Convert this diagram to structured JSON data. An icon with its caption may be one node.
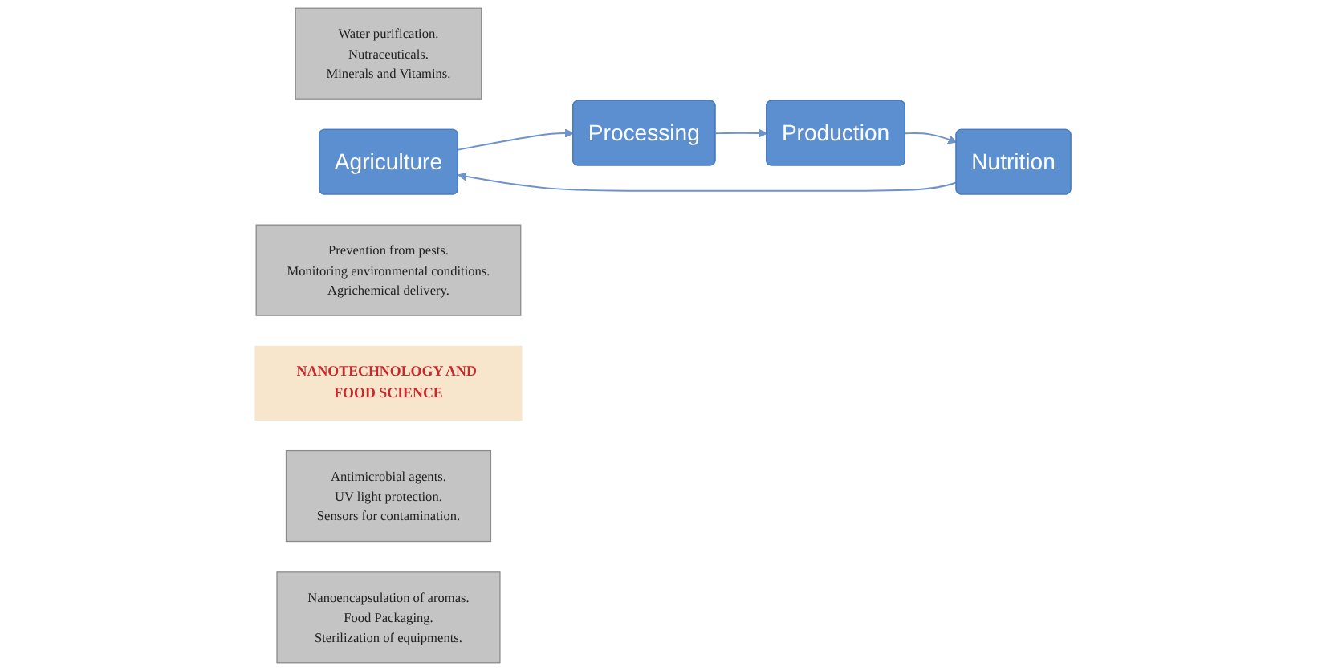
{
  "diagram": {
    "nodes": [
      {
        "text": [
          "Water purification.",
          "Nutraceuticals.",
          "Minerals and Vitamins."
        ]
      },
      {
        "text": [
          "Agriculture"
        ]
      },
      {
        "text": [
          "Prevention from pests.",
          "Monitoring environmental conditions.",
          "Agrichemical delivery."
        ]
      },
      {
        "text": [
          "Nutrition"
        ]
      },
      {
        "text": [
          "NANOTECHNOLOGY AND FOOD SCIENCE"
        ]
      },
      {
        "text": [
          "Processing"
        ]
      },
      {
        "text": [
          "Antimicrobial agents.",
          "UV light protection.",
          "Sensors for contamination."
        ]
      },
      {
        "text": [
          "Production"
        ]
      },
      {
        "text": [
          "Nanoencapsulation of aromas.",
          "Food Packaging.",
          "Sterilization of equipments."
        ]
      }
    ],
    "edges": [
      {
        "from": 1,
        "to": 5,
        "arrow": "to"
      },
      {
        "from": 5,
        "to": 7,
        "arrow": "to"
      },
      {
        "from": 7,
        "to": 3,
        "arrow": "to"
      },
      {
        "from": 3,
        "to": 1,
        "arrow": "to"
      }
    ]
  }
}
